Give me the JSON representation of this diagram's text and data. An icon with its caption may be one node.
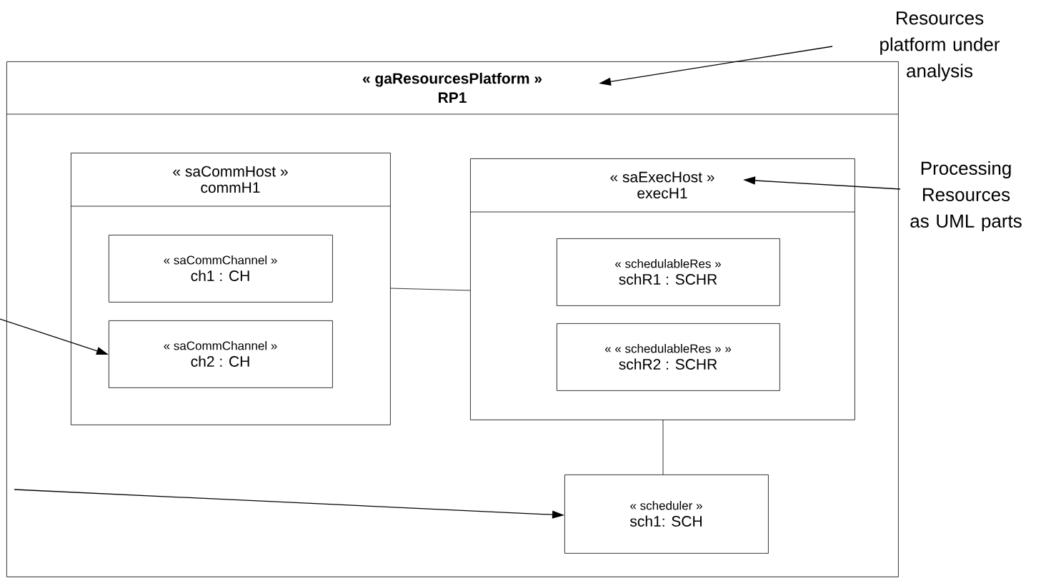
{
  "diagram": {
    "nodes": [
      {
        "text": [
          "« gaResourcesPlatform »",
          "RP1"
        ]
      },
      {
        "text": [
          "« saCommHost »",
          "commH1"
        ],
        "in": 0
      },
      {
        "text": [
          "« saCommChannel »",
          "ch1 : CH"
        ],
        "in": 1
      },
      {
        "text": [
          "« saCommChannel »",
          "ch2 : CH"
        ],
        "in": 1
      },
      {
        "text": [
          "« saExecHost »",
          "execH1"
        ],
        "in": 0
      },
      {
        "text": [
          "« schedulableRes »",
          "schR1 : SCHR"
        ],
        "in": 4
      },
      {
        "text": [
          "« « schedulableRes » »",
          "schR2 : SCHR"
        ],
        "in": 4
      },
      {
        "text": [
          "« scheduler »",
          "sch1: SCH"
        ],
        "in": 0
      },
      {
        "text": [
          "Resources platform under analysis"
        ]
      },
      {
        "text": [
          "Processing Resources as UML parts"
        ]
      }
    ],
    "edges": [
      {
        "from": 8,
        "to": 0,
        "arrow": "to"
      },
      {
        "from": 9,
        "to": 4,
        "arrow": "to"
      },
      {
        "from": null,
        "to": 3,
        "arrow": "to"
      },
      {
        "from": null,
        "to": 7,
        "arrow": "to"
      },
      {
        "from": 1,
        "to": 4,
        "arrow": "none"
      },
      {
        "from": 4,
        "to": 7,
        "arrow": "none"
      }
    ]
  }
}
